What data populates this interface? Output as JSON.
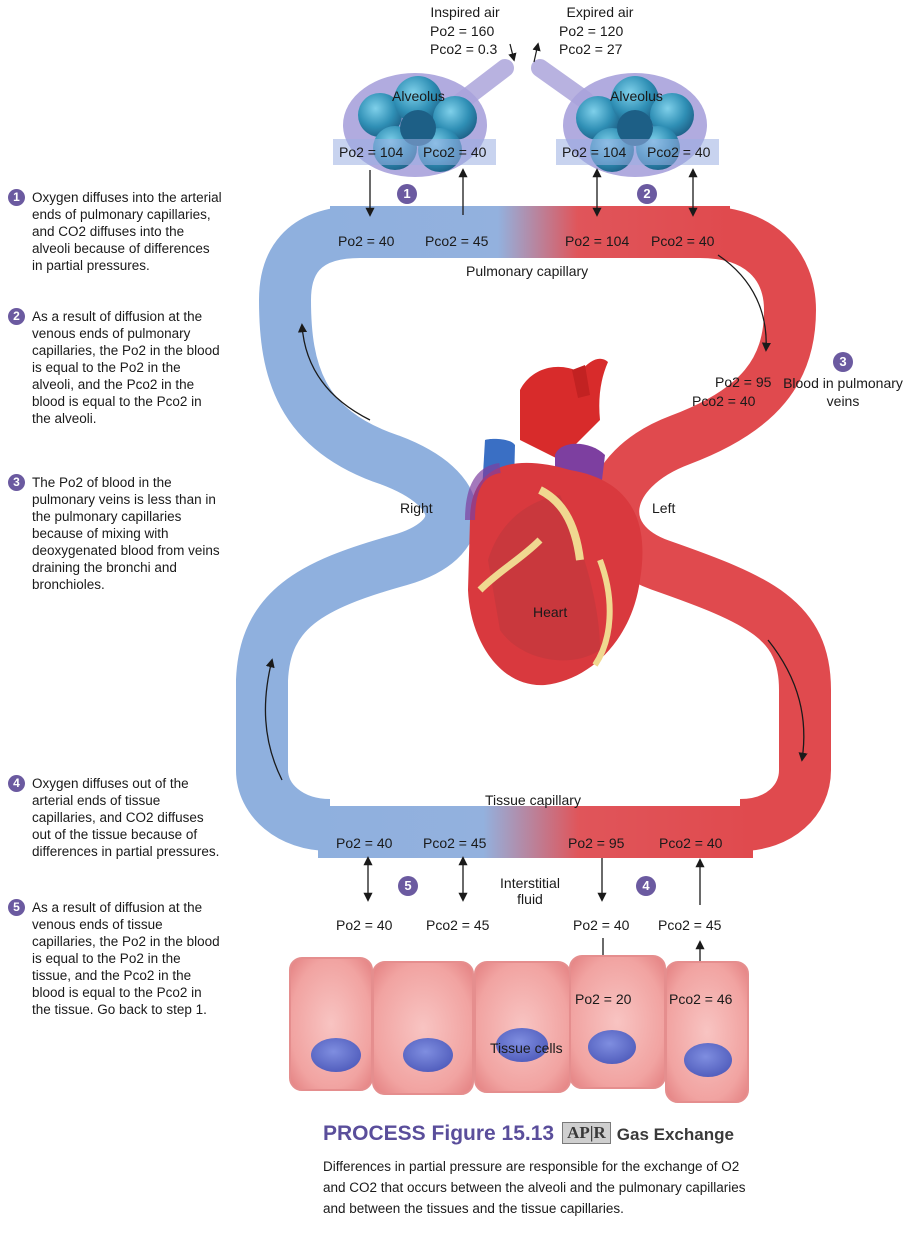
{
  "colors": {
    "venous": "#8fb0de",
    "arterial": "#e04a4e",
    "step_badge": "#6b5aa0",
    "title": "#5a4e9b"
  },
  "top": {
    "inspired": {
      "title": "Inspired air",
      "po2": "Po2 = 160",
      "pco2": "Pco2 = 0.3"
    },
    "expired": {
      "title": "Expired air",
      "po2": "Po2 = 120",
      "pco2": "Pco2 = 27"
    },
    "alveolus_left": {
      "label": "Alveolus",
      "po2": "Po2 = 104",
      "pco2": "Pco2 = 40"
    },
    "alveolus_right": {
      "label": "Alveolus",
      "po2": "Po2 = 104",
      "pco2": "Pco2 = 40"
    }
  },
  "pulmonary": {
    "label": "Pulmonary capillary",
    "left_po2": "Po2 = 40",
    "left_pco2": "Pco2 = 45",
    "right_po2": "Po2 = 104",
    "right_pco2": "Pco2 = 40"
  },
  "pulmonary_veins": {
    "label": "Blood in pulmonary veins",
    "po2": "Po2 = 95",
    "pco2": "Pco2 = 40",
    "badge": "3"
  },
  "heart": {
    "right": "Right",
    "left": "Left",
    "label": "Heart"
  },
  "tissue_capillary": {
    "label": "Tissue capillary",
    "left_po2": "Po2 = 40",
    "left_pco2": "Pco2 = 45",
    "right_po2": "Po2 = 95",
    "right_pco2": "Pco2 = 40"
  },
  "interstitial": {
    "label": "Interstitial fluid",
    "po2_a": "Po2 = 40",
    "pco2_a": "Pco2 = 45",
    "po2_b": "Po2 = 40",
    "pco2_b": "Pco2 = 45"
  },
  "tissue": {
    "label": "Tissue cells",
    "po2": "Po2 = 20",
    "pco2": "Pco2 = 46"
  },
  "badges": {
    "b1": "1",
    "b2": "2",
    "b4": "4",
    "b5": "5"
  },
  "steps": [
    {
      "num": "1",
      "text": "Oxygen diffuses into the arterial ends of pulmonary capillaries, and CO2 diffuses into the alveoli because of differences in partial pressures."
    },
    {
      "num": "2",
      "text": "As a result of diffusion at the venous ends of pulmonary capillaries, the Po2 in the blood is equal to the Po2 in the alveoli, and the Pco2 in the blood is equal to the Pco2 in the alveoli."
    },
    {
      "num": "3",
      "text": "The Po2 of blood in the pulmonary veins is less than in the pulmonary capillaries because of mixing with deoxygenated blood from veins draining the bronchi and bronchioles."
    },
    {
      "num": "4",
      "text": "Oxygen diffuses out of the arterial ends of tissue capillaries, and CO2 diffuses out of the tissue because of differences in partial pressures."
    },
    {
      "num": "5",
      "text": "As a result of diffusion at the venous ends of tissue capillaries, the Po2 in the blood is equal to the Po2 in the tissue, and the Pco2 in the blood is equal to the Pco2 in the tissue. Go back to step 1."
    }
  ],
  "caption": {
    "title": "PROCESS Figure 15.13",
    "badge": "AP|R",
    "subtitle": "Gas Exchange",
    "body": "Differences in partial pressure are responsible for the exchange of O2 and CO2 that occurs between the alveoli and the pulmonary capillaries and between the tissues and the tissue capillaries."
  }
}
